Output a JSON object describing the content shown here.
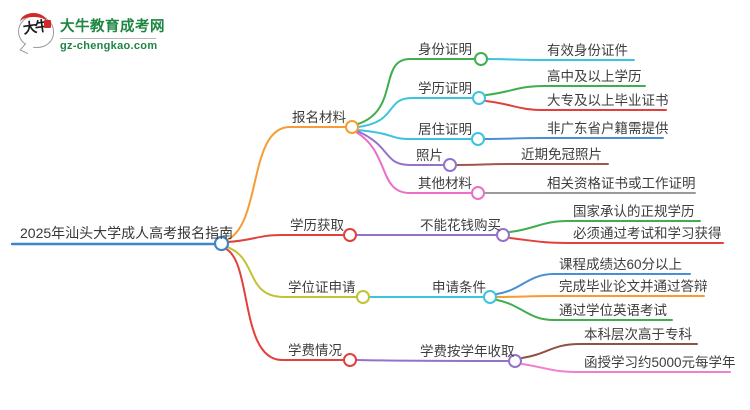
{
  "logo": {
    "icon_text": "大牛",
    "title": "大牛教育成考网",
    "subtitle": "gz-chengkao.com",
    "brand_green": "#1e8542",
    "brand_red": "#cf2a28"
  },
  "palette": {
    "root_blue": "#3d86ca",
    "orange": "#f59d33",
    "green": "#3fae4f",
    "cyan": "#3cc3dd",
    "blue": "#4a8fd4",
    "red": "#e2403c",
    "purple": "#9472cc",
    "magenta": "#ec6ec6",
    "olive": "#c2c233",
    "brick": "#a0584c",
    "brown": "#8f5242",
    "gray": "#9a9a9a",
    "pink": "#f07fd2"
  },
  "mindmap": {
    "root": {
      "label": "2025年汕头大学成人高考报名指南"
    },
    "branches": [
      {
        "label": "报名材料",
        "children": [
          {
            "label": "身份证明",
            "leaves": [
              {
                "label": "有效身份证件"
              }
            ]
          },
          {
            "label": "学历证明",
            "leaves": [
              {
                "label": "高中及以上学历"
              },
              {
                "label": "大专及以上毕业证书"
              }
            ]
          },
          {
            "label": "居住证明",
            "leaves": [
              {
                "label": "非广东省户籍需提供"
              }
            ]
          },
          {
            "label": "照片",
            "leaves": [
              {
                "label": "近期免冠照片"
              }
            ]
          },
          {
            "label": "其他材料",
            "leaves": [
              {
                "label": "相关资格证书或工作证明"
              }
            ]
          }
        ]
      },
      {
        "label": "学历获取",
        "children": [
          {
            "label": "不能花钱购买",
            "leaves": [
              {
                "label": "国家承认的正规学历"
              },
              {
                "label": "必须通过考试和学习获得"
              }
            ]
          }
        ]
      },
      {
        "label": "学位证申请",
        "children": [
          {
            "label": "申请条件",
            "leaves": [
              {
                "label": "课程成绩达60分以上"
              },
              {
                "label": "完成毕业论文并通过答辩"
              },
              {
                "label": "通过学位英语考试"
              }
            ]
          }
        ]
      },
      {
        "label": "学费情况",
        "children": [
          {
            "label": "学费按学年收取",
            "leaves": [
              {
                "label": "本科层次高于专科"
              },
              {
                "label": "函授学习约5000元每学年"
              }
            ]
          }
        ]
      }
    ]
  }
}
